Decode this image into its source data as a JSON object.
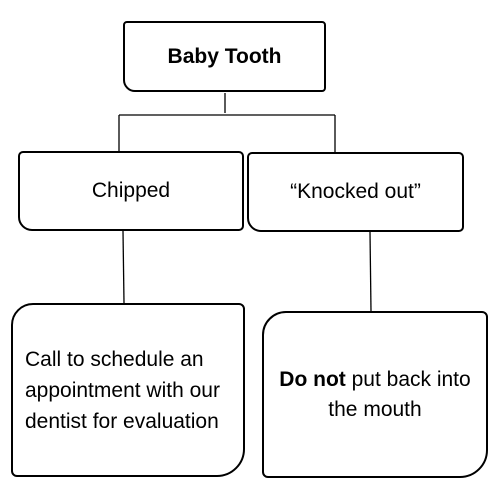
{
  "diagram": {
    "root": {
      "label": "Baby Tooth"
    },
    "branches": [
      {
        "label": "Chipped",
        "advice": {
          "text": "Call to schedule an appointment with our dentist for evaluation"
        }
      },
      {
        "label": "“Knocked out”",
        "advice": {
          "emphasis": "Do not",
          "text": " put back into the mouth"
        }
      }
    ]
  }
}
